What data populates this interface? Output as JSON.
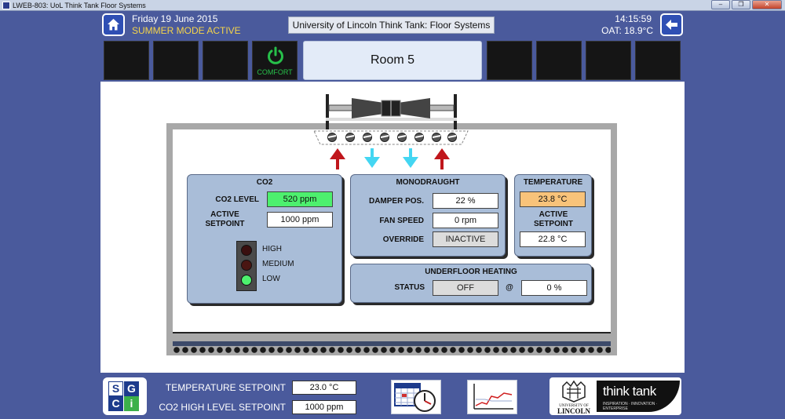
{
  "window": {
    "title": "LWEB-803: UoL Think Tank Floor Systems",
    "controls": [
      "–",
      "❐",
      "✕"
    ]
  },
  "header": {
    "date": "Friday 19 June 2015",
    "mode": "SUMMER MODE ACTIVE",
    "title": "University of Lincoln Think Tank: Floor Systems",
    "time": "14:15:59",
    "oat": "OAT: 18.9°C"
  },
  "tabs": {
    "comfort_label": "COMFORT",
    "room_label": "Room 5"
  },
  "co2": {
    "title": "CO2",
    "level_label": "CO2 LEVEL",
    "level_value": "520 ppm",
    "setpoint_label_1": "ACTIVE",
    "setpoint_label_2": "SETPOINT",
    "setpoint_value": "1000 ppm",
    "legend_high": "HIGH",
    "legend_medium": "MEDIUM",
    "legend_low": "LOW",
    "active_level": "LOW"
  },
  "monodraught": {
    "title": "MONODRAUGHT",
    "damper_label": "DAMPER POS.",
    "damper_value": "22 %",
    "fan_label": "FAN SPEED",
    "fan_value": "0 rpm",
    "override_label": "OVERRIDE",
    "override_value": "INACTIVE"
  },
  "temperature": {
    "title": "TEMPERATURE",
    "value": "23.8 °C",
    "setpoint_label_1": "ACTIVE",
    "setpoint_label_2": "SETPOINT",
    "setpoint_value": "22.8 °C"
  },
  "underfloor": {
    "title": "UNDERFLOOR HEATING",
    "status_label": "STATUS",
    "status_value": "OFF",
    "at_symbol": "@",
    "percent_value": "0 %"
  },
  "bottom": {
    "sgci_letters": [
      "S",
      "G",
      "C",
      "i"
    ],
    "temp_sp_label": "TEMPERATURE SETPOINT",
    "temp_sp_value": "23.0 °C",
    "co2_sp_label": "CO2 HIGH LEVEL SETPOINT",
    "co2_sp_value": "1000 ppm",
    "uol_name_1": "UNIVERSITY OF",
    "uol_name_2": "LINCOLN",
    "tt_name": "think tank",
    "tt_tagline": "INSPIRATION · INNOVATION · ENTERPRISE"
  },
  "colors": {
    "background": "#4a5a9c",
    "mode_text": "#f5d44a",
    "panel_fill": "#a9bdd8",
    "co2_ok": "#4df06e",
    "temp_highlight": "#f8c37a",
    "comfort_green": "#27c04a",
    "arrow_warm": "#c0161c",
    "arrow_cool": "#44d6f2"
  },
  "icons": {
    "home": "home-icon",
    "back": "back-arrow-icon",
    "power": "power-icon",
    "schedule": "calendar-clock-icon",
    "trend": "trend-chart-icon"
  }
}
